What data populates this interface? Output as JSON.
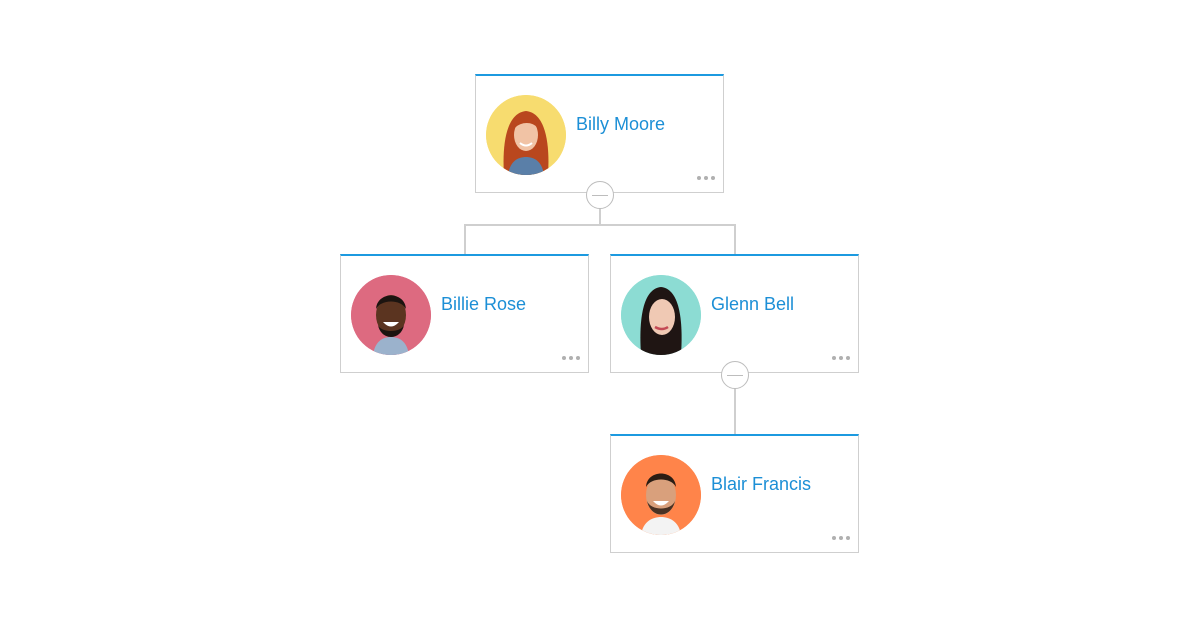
{
  "orgchart": {
    "accent_color": "#1c9ae0",
    "nodes": [
      {
        "id": "billy",
        "name": "Billy Moore",
        "avatar_bg": "#f7dc6f",
        "avatar": "woman-red-hair-photo",
        "menu_icon": "more-dots-icon"
      },
      {
        "id": "billie",
        "name": "Billie Rose",
        "avatar_bg": "#dd6a80",
        "avatar": "man-beard-smiling-photo",
        "menu_icon": "more-dots-icon"
      },
      {
        "id": "glenn",
        "name": "Glenn Bell",
        "avatar_bg": "#8cdcd3",
        "avatar": "woman-dark-hair-photo",
        "menu_icon": "more-dots-icon"
      },
      {
        "id": "blair",
        "name": "Blair Francis",
        "avatar_bg": "#ff844a",
        "avatar": "man-stubble-smiling-photo",
        "menu_icon": "more-dots-icon"
      }
    ],
    "edges": [
      {
        "from": "Billy Moore",
        "to": "Billie Rose"
      },
      {
        "from": "Billy Moore",
        "to": "Glenn Bell"
      },
      {
        "from": "Glenn Bell",
        "to": "Blair Francis"
      }
    ],
    "collapse_buttons": [
      {
        "node": "Billy Moore",
        "icon": "minus-collapse-icon"
      },
      {
        "node": "Glenn Bell",
        "icon": "minus-collapse-icon"
      }
    ]
  }
}
